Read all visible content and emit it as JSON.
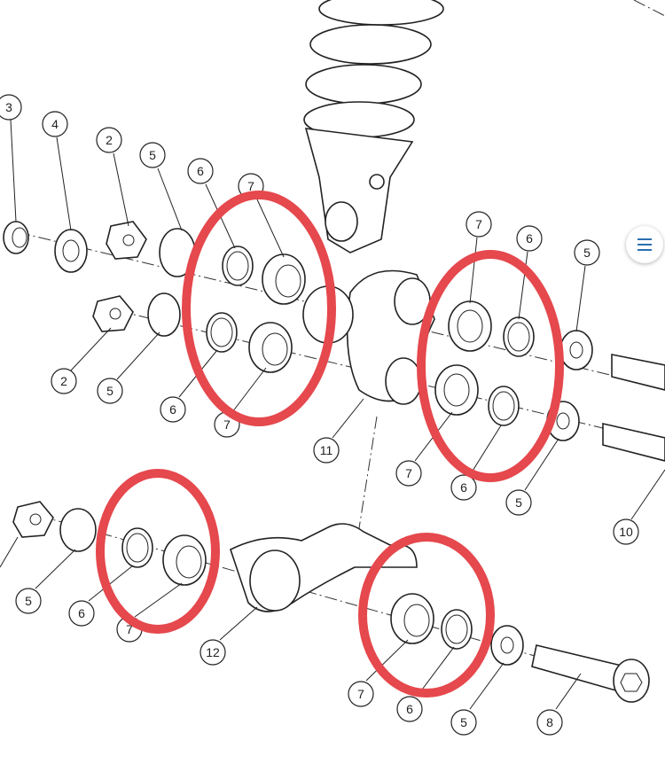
{
  "diagram": {
    "callouts": [
      "3",
      "4",
      "2",
      "5",
      "6",
      "7",
      "7",
      "6",
      "5",
      "2",
      "5",
      "6",
      "7",
      "11",
      "7",
      "6",
      "5",
      "10",
      "5",
      "6",
      "7",
      "12",
      "7",
      "6",
      "5",
      "8"
    ],
    "highlight_color": "#e5484d"
  },
  "ui": {
    "menu_button_icon": "hamburger-menu-icon"
  }
}
